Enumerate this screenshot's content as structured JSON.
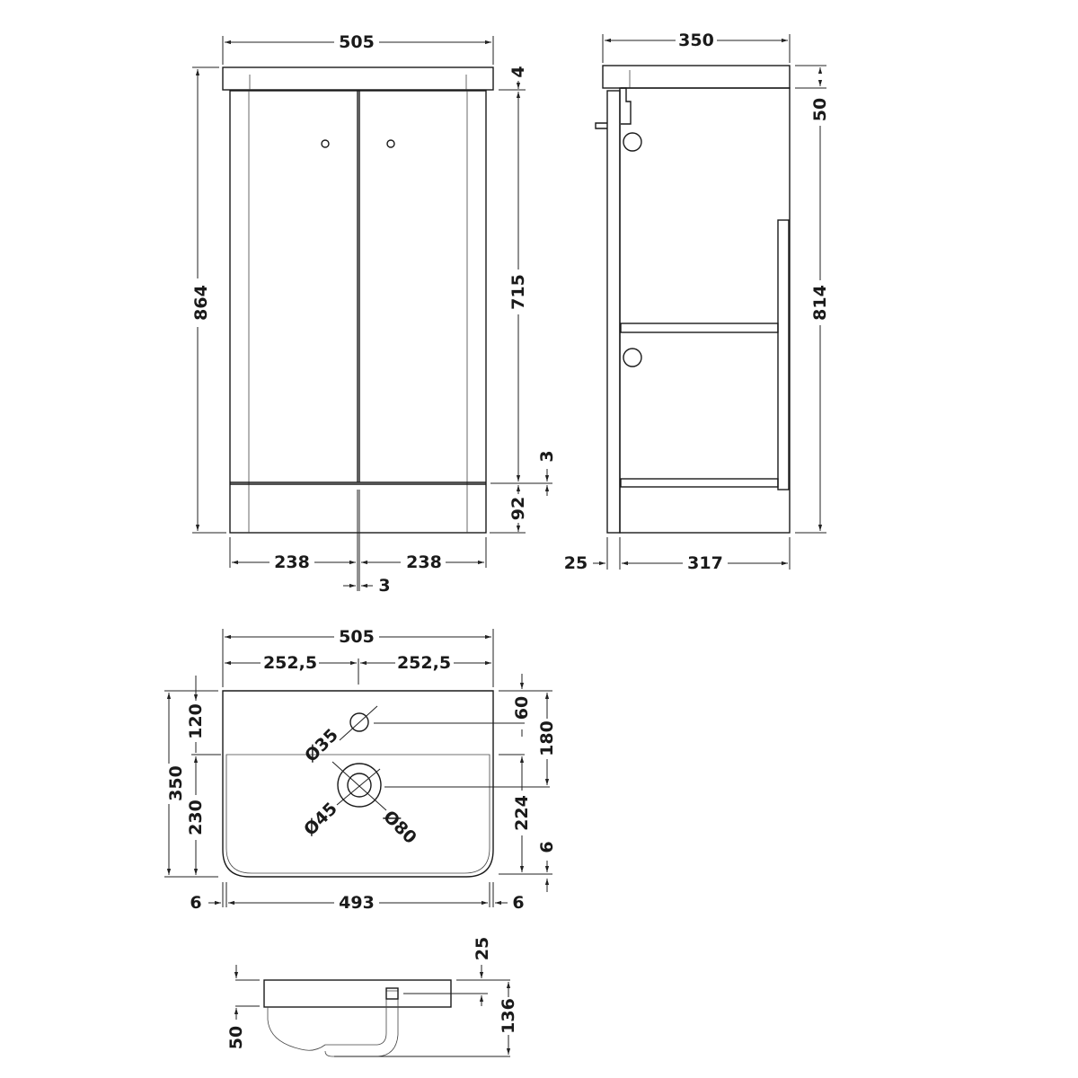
{
  "front_view": {
    "overall_width": "505",
    "overall_height": "864",
    "top_thickness": "4",
    "door_height": "715",
    "plinth_gap": "3",
    "plinth_height": "92",
    "door_left_width": "238",
    "door_right_width": "238",
    "door_gap": "3"
  },
  "side_view": {
    "overall_depth": "350",
    "top_height": "50",
    "body_height": "814",
    "door_thickness": "25",
    "body_depth": "317"
  },
  "basin_plan": {
    "overall_width": "505",
    "half_left": "252,5",
    "half_right": "252,5",
    "overall_depth": "350",
    "rear_ledge": "120",
    "bowl_depth": "230",
    "tap_offset": "60",
    "waste_offset": "180",
    "waste_to_front": "224",
    "front_edge": "6",
    "left_edge": "6",
    "bowl_width": "493",
    "right_edge": "6",
    "tap_hole_dia": "Ø35",
    "waste_inner_dia": "Ø45",
    "waste_outer_dia": "Ø80"
  },
  "basin_side": {
    "rim_height": "50",
    "overflow_offset": "25",
    "total_height": "136"
  }
}
